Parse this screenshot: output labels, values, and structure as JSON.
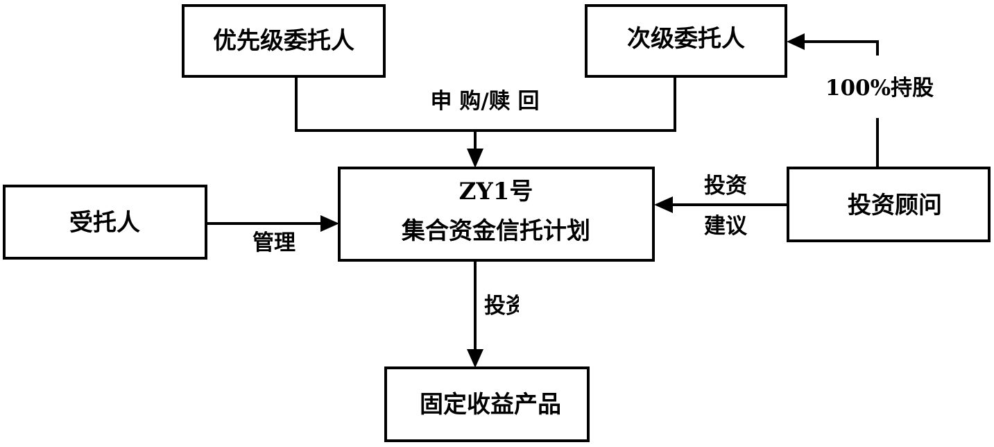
{
  "nodes": {
    "priority_trustor": "优先级委托人",
    "subordinate_trustor": "次级委托人",
    "trustee": "受托人",
    "plan_line1": "ZY1号",
    "plan_line2": "集合资金信托计划",
    "advisor": "投资顾问",
    "fixed_income": "固定收益产品"
  },
  "edges": {
    "subscribe_redeem": "申 购/赎 回",
    "holding": "100%持股",
    "advice_line1": "投资",
    "advice_line2": "建议",
    "manage": "管理",
    "invest": "投资"
  }
}
